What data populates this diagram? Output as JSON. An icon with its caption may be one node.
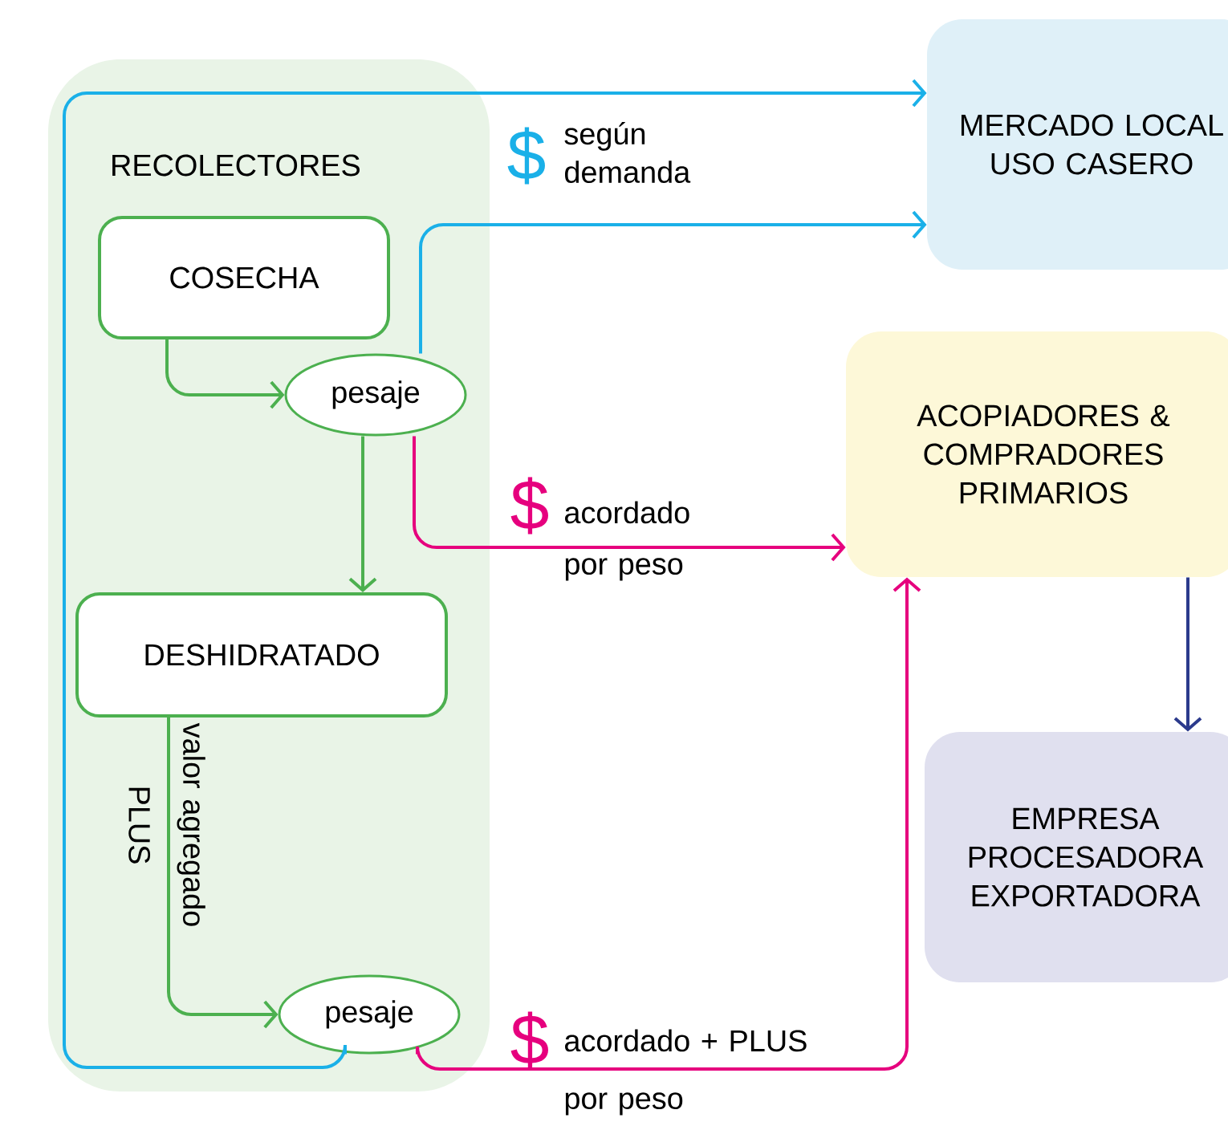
{
  "diagram": {
    "nodes": [
      {
        "text": [
          "RECOLECTORES"
        ]
      },
      {
        "text": [
          "COSECHA"
        ],
        "in": 0
      },
      {
        "text": [
          "pesaje"
        ],
        "in": 0
      },
      {
        "text": [
          "DESHIDRATADO"
        ],
        "in": 0
      },
      {
        "text": [
          "pesaje"
        ],
        "in": 0
      },
      {
        "text": [
          "MERCADO LOCAL USO CASERO"
        ]
      },
      {
        "text": [
          "ACOPIADORES & COMPRADORES PRIMARIOS"
        ]
      },
      {
        "text": [
          "EMPRESA PROCESADORA EXPORTADORA"
        ]
      }
    ],
    "edges": [
      {
        "from": 1,
        "to": 2,
        "arrow": "to",
        "color": "#4cb04f"
      },
      {
        "from": 2,
        "to": 3,
        "arrow": "to",
        "color": "#4cb04f"
      },
      {
        "from": 3,
        "to": 4,
        "arrow": "to",
        "label": "valor agregado PLUS",
        "color": "#4cb04f"
      },
      {
        "from": 4,
        "to": 5,
        "arrow": "to",
        "label": "según demanda",
        "color": "#1ab0e8"
      },
      {
        "from": 2,
        "to": 5,
        "arrow": "to",
        "color": "#1ab0e8"
      },
      {
        "from": 2,
        "to": 6,
        "arrow": "to",
        "label": "acordado por peso",
        "color": "#e6007e"
      },
      {
        "from": 4,
        "to": 6,
        "arrow": "to",
        "label": "acordado + PLUS por peso",
        "color": "#e6007e"
      },
      {
        "from": 6,
        "to": 7,
        "arrow": "to",
        "color": "#2b3a8c"
      }
    ],
    "labels": [
      "$",
      "$",
      "$"
    ]
  }
}
